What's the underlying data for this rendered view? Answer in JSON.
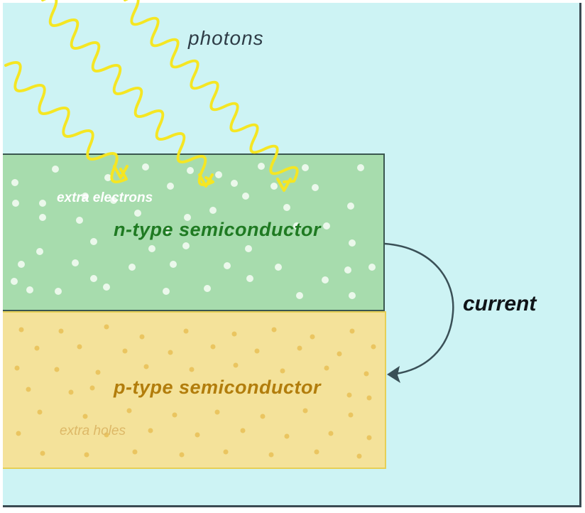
{
  "labels": {
    "photons": "photons",
    "n_type": "n-type semiconductor",
    "p_type": "p-type semiconductor",
    "extra_electrons": "extra electrons",
    "extra_holes": "extra holes",
    "current": "current"
  },
  "colors": {
    "background": "#cdf3f4",
    "n_layer": "#a7dcad",
    "p_layer": "#f4e29a",
    "photon": "#f5e623",
    "electron": "#eef9ee",
    "hole": "#e7bb4c",
    "current_arrow": "#3a5057",
    "n_label": "#1f7a22",
    "p_label": "#b27d0c"
  },
  "icons": {
    "photon": "wavy-arrow-icon",
    "current": "curved-arrow-icon",
    "electron": "white-dot",
    "hole": "amber-dot"
  }
}
